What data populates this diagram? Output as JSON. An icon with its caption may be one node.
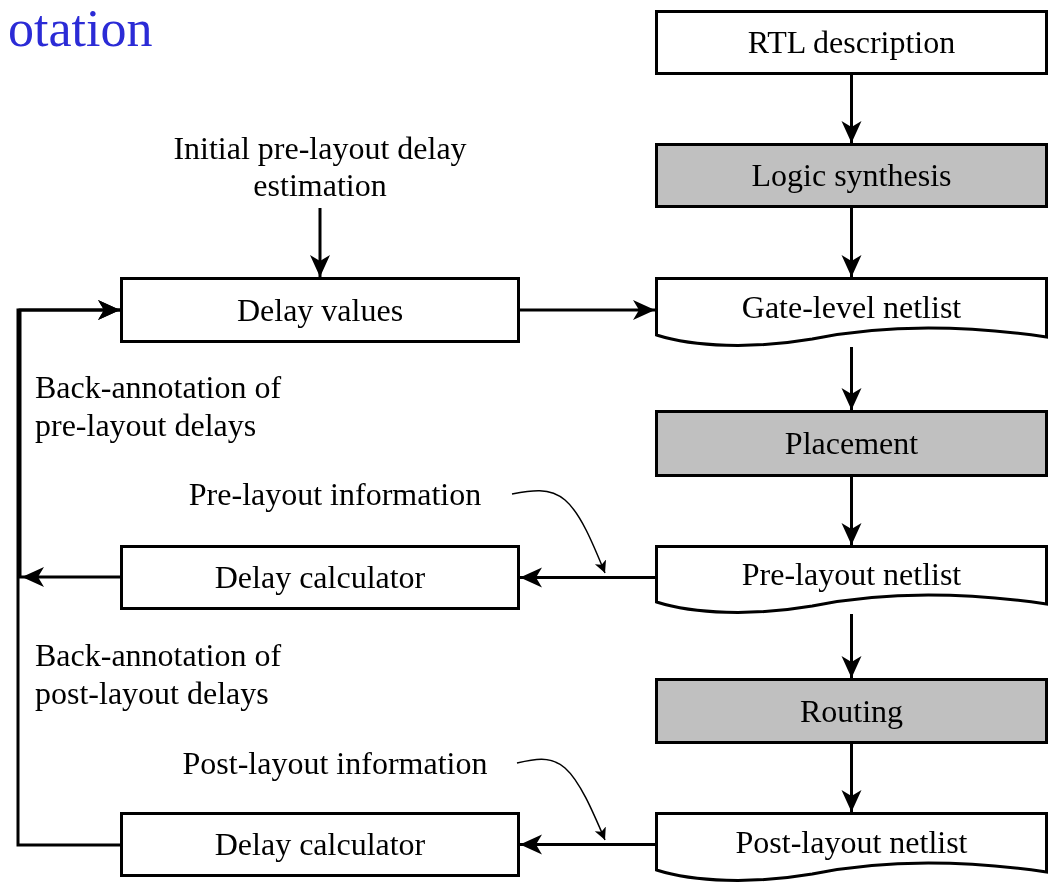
{
  "diagram": {
    "title": "otation",
    "nodes": [
      {
        "text": [
          "RTL description"
        ]
      },
      {
        "text": [
          "Logic synthesis"
        ]
      },
      {
        "text": [
          "Gate-level netlist"
        ]
      },
      {
        "text": [
          "Placement"
        ]
      },
      {
        "text": [
          "Pre-layout netlist"
        ]
      },
      {
        "text": [
          "Routing"
        ]
      },
      {
        "text": [
          "Post-layout netlist"
        ]
      },
      {
        "text": [
          "Initial pre-layout delay estimation"
        ]
      },
      {
        "text": [
          "Delay values"
        ]
      },
      {
        "text": [
          "Delay calculator"
        ]
      },
      {
        "text": [
          "Delay calculator"
        ]
      },
      {
        "text": [
          "Pre-layout information"
        ]
      },
      {
        "text": [
          "Post-layout information"
        ]
      }
    ],
    "edges": [
      {
        "from": 0,
        "to": 1,
        "arrow": "to"
      },
      {
        "from": 1,
        "to": 2,
        "arrow": "to"
      },
      {
        "from": 2,
        "to": 3,
        "arrow": "to"
      },
      {
        "from": 3,
        "to": 4,
        "arrow": "to"
      },
      {
        "from": 4,
        "to": 5,
        "arrow": "to"
      },
      {
        "from": 5,
        "to": 6,
        "arrow": "to"
      },
      {
        "from": 7,
        "to": 8,
        "arrow": "to"
      },
      {
        "from": 8,
        "to": 2,
        "arrow": "to"
      },
      {
        "from": 4,
        "to": 9,
        "arrow": "to"
      },
      {
        "from": 6,
        "to": 10,
        "arrow": "to"
      },
      {
        "from": 9,
        "to": 8,
        "arrow": "to"
      },
      {
        "from": 10,
        "to": 8,
        "arrow": "to"
      },
      {
        "from": 11,
        "to": null,
        "arrow": "to"
      },
      {
        "from": 12,
        "to": null,
        "arrow": "to"
      }
    ],
    "labels": [
      "Back-annotation of pre-layout delays",
      "Back-annotation of post-layout delays"
    ]
  }
}
